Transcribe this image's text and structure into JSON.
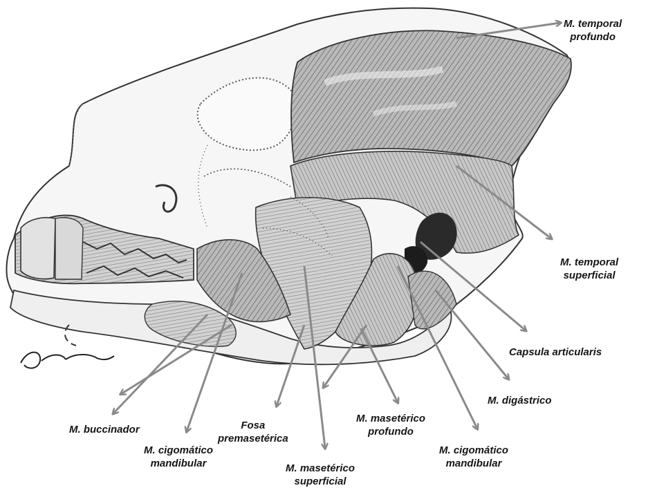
{
  "labels": {
    "temporal_profundo": {
      "line1": "M. temporal",
      "line2": "profundo"
    },
    "temporal_superficial": {
      "line1": "M. temporal",
      "line2": "superficial"
    },
    "capsula": {
      "line1": "Capsula articularis"
    },
    "digastrico": {
      "line1": "M. digástrico"
    },
    "cigomatico_right": {
      "line1": "M. cigomático",
      "line2": "mandibular"
    },
    "masetero_profundo": {
      "line1": "M. masetérico",
      "line2": "profundo"
    },
    "masetero_superficial": {
      "line1": "M. masetérico",
      "line2": "superficial"
    },
    "fosa": {
      "line1": "Fosa",
      "line2": "premasetérica"
    },
    "cigomatico_left": {
      "line1": "M. cigomático",
      "line2": "mandibular"
    },
    "buccinador": {
      "line1": "M. buccinador"
    }
  },
  "signature": "Delbrouck",
  "colors": {
    "arrow": "#8a8a8a",
    "ink": "#333333",
    "muscle": "#9a9a9a",
    "bone": "#f4f4f4"
  }
}
